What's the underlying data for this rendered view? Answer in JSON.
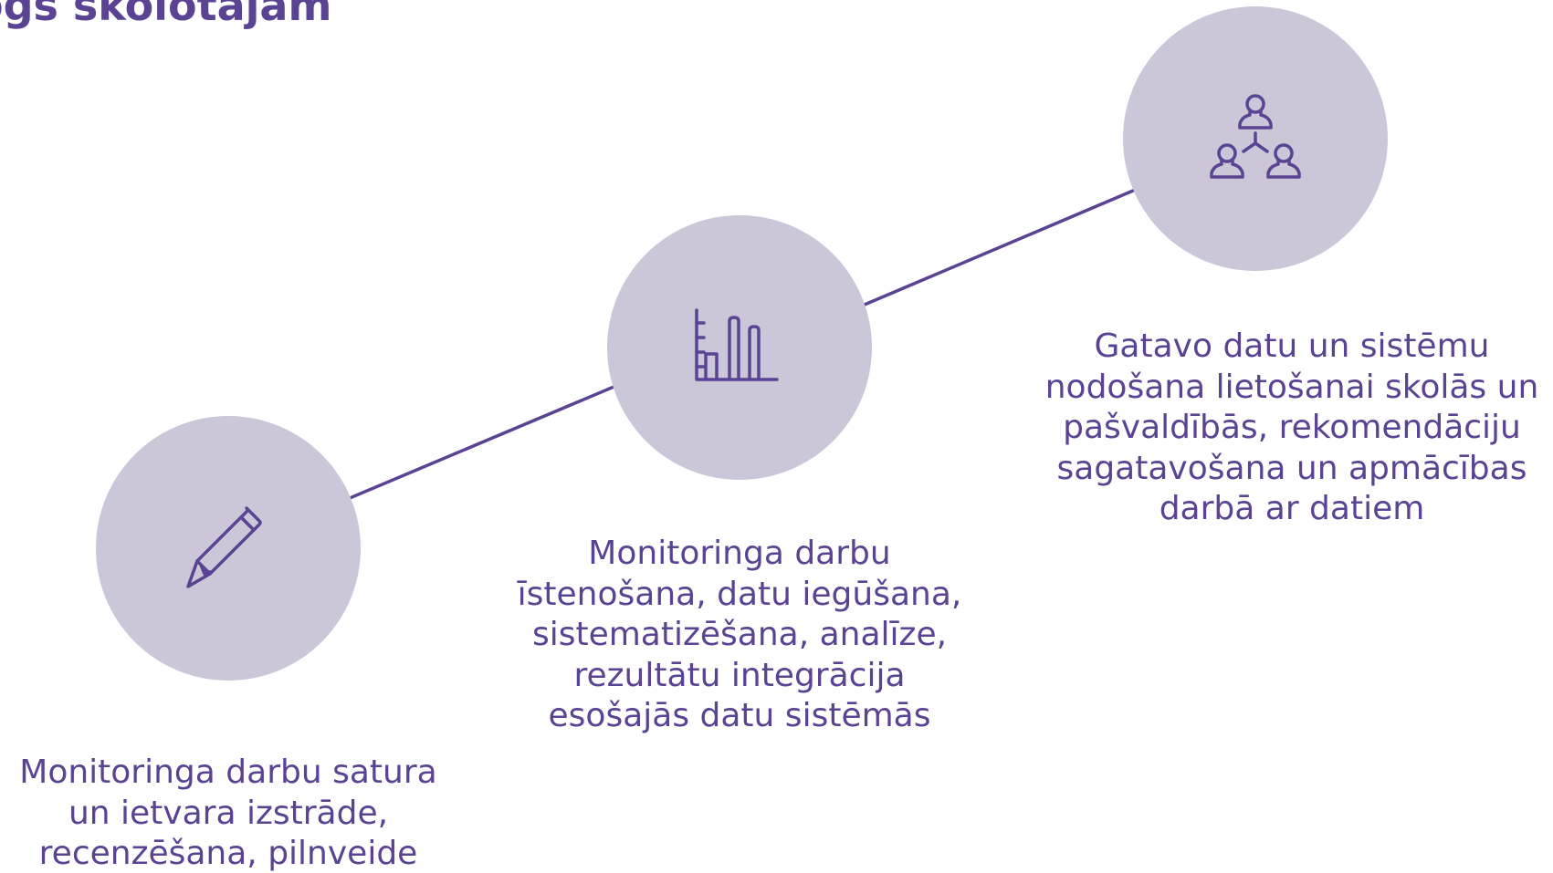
{
  "title": "ogs skolotājam",
  "colors": {
    "accent": "#5b4393",
    "circle_fill": "#cbc7d9",
    "background": "#ffffff"
  },
  "steps": [
    {
      "icon": "pencil-icon",
      "lines": [
        "Monitoringa darbu satura",
        "un ietvara izstrāde,",
        "recenzēšana, pilnveide"
      ]
    },
    {
      "icon": "bar-chart-icon",
      "lines": [
        "Monitoringa darbu",
        "īstenošana, datu iegūšana,",
        "sistematizēšana, analīze,",
        "rezultātu integrācija",
        "esošajās datu sistēmās"
      ]
    },
    {
      "icon": "team-network-icon",
      "lines": [
        "Gatavo datu un sistēmu",
        "nodošana lietošanai skolās un",
        "pašvaldībās, rekomendāciju",
        "sagatavošana un apmācības",
        "darbā ar datiem"
      ]
    }
  ]
}
